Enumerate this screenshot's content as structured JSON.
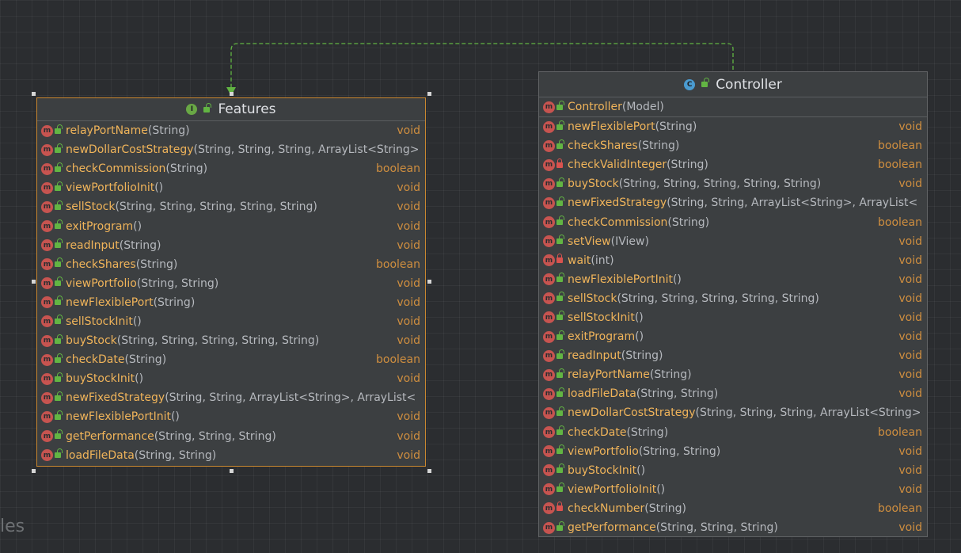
{
  "features": {
    "title": "Features",
    "type_badge": "I",
    "methods": [
      {
        "name": "relayPortName",
        "params": "(String)",
        "returns": "void",
        "visibility": "public"
      },
      {
        "name": "newDollarCostStrategy",
        "params": "(String, String, String, ArrayList<String>",
        "returns": "",
        "visibility": "public"
      },
      {
        "name": "checkCommission",
        "params": "(String)",
        "returns": "boolean",
        "visibility": "public"
      },
      {
        "name": "viewPortfolioInit",
        "params": "()",
        "returns": "void",
        "visibility": "public"
      },
      {
        "name": "sellStock",
        "params": "(String, String, String, String, String)",
        "returns": "void",
        "visibility": "public"
      },
      {
        "name": "exitProgram",
        "params": "()",
        "returns": "void",
        "visibility": "public"
      },
      {
        "name": "readInput",
        "params": "(String)",
        "returns": "void",
        "visibility": "public"
      },
      {
        "name": "checkShares",
        "params": "(String)",
        "returns": "boolean",
        "visibility": "public"
      },
      {
        "name": "viewPortfolio",
        "params": "(String, String)",
        "returns": "void",
        "visibility": "public"
      },
      {
        "name": "newFlexiblePort",
        "params": "(String)",
        "returns": "void",
        "visibility": "public"
      },
      {
        "name": "sellStockInit",
        "params": "()",
        "returns": "void",
        "visibility": "public"
      },
      {
        "name": "buyStock",
        "params": "(String, String, String, String, String)",
        "returns": "void",
        "visibility": "public"
      },
      {
        "name": "checkDate",
        "params": "(String)",
        "returns": "boolean",
        "visibility": "public"
      },
      {
        "name": "buyStockInit",
        "params": "()",
        "returns": "void",
        "visibility": "public"
      },
      {
        "name": "newFixedStrategy",
        "params": "(String, String, ArrayList<String>, ArrayList<",
        "returns": "",
        "visibility": "public"
      },
      {
        "name": "newFlexiblePortInit",
        "params": "()",
        "returns": "void",
        "visibility": "public"
      },
      {
        "name": "getPerformance",
        "params": "(String, String, String)",
        "returns": "void",
        "visibility": "public"
      },
      {
        "name": "loadFileData",
        "params": "(String, String)",
        "returns": "void",
        "visibility": "public"
      }
    ]
  },
  "controller": {
    "title": "Controller",
    "type_badge": "C",
    "constructor": {
      "name": "Controller",
      "params": "(Model)"
    },
    "methods": [
      {
        "name": "newFlexiblePort",
        "params": "(String)",
        "returns": "void",
        "visibility": "public"
      },
      {
        "name": "checkShares",
        "params": "(String)",
        "returns": "boolean",
        "visibility": "public"
      },
      {
        "name": "checkValidInteger",
        "params": "(String)",
        "returns": "boolean",
        "visibility": "private"
      },
      {
        "name": "buyStock",
        "params": "(String, String, String, String, String)",
        "returns": "void",
        "visibility": "public"
      },
      {
        "name": "newFixedStrategy",
        "params": "(String, String, ArrayList<String>, ArrayList<",
        "returns": "",
        "visibility": "public"
      },
      {
        "name": "checkCommission",
        "params": "(String)",
        "returns": "boolean",
        "visibility": "public"
      },
      {
        "name": "setView",
        "params": "(IView)",
        "returns": "void",
        "visibility": "public"
      },
      {
        "name": "wait",
        "params": "(int)",
        "returns": "void",
        "visibility": "private"
      },
      {
        "name": "newFlexiblePortInit",
        "params": "()",
        "returns": "void",
        "visibility": "public"
      },
      {
        "name": "sellStock",
        "params": "(String, String, String, String, String)",
        "returns": "void",
        "visibility": "public"
      },
      {
        "name": "sellStockInit",
        "params": "()",
        "returns": "void",
        "visibility": "public"
      },
      {
        "name": "exitProgram",
        "params": "()",
        "returns": "void",
        "visibility": "public"
      },
      {
        "name": "readInput",
        "params": "(String)",
        "returns": "void",
        "visibility": "public"
      },
      {
        "name": "relayPortName",
        "params": "(String)",
        "returns": "void",
        "visibility": "public"
      },
      {
        "name": "loadFileData",
        "params": "(String, String)",
        "returns": "void",
        "visibility": "public"
      },
      {
        "name": "newDollarCostStrategy",
        "params": "(String, String, String, ArrayList<String>",
        "returns": "",
        "visibility": "public"
      },
      {
        "name": "checkDate",
        "params": "(String)",
        "returns": "boolean",
        "visibility": "public"
      },
      {
        "name": "viewPortfolio",
        "params": "(String, String)",
        "returns": "void",
        "visibility": "public"
      },
      {
        "name": "buyStockInit",
        "params": "()",
        "returns": "void",
        "visibility": "public"
      },
      {
        "name": "viewPortfolioInit",
        "params": "()",
        "returns": "void",
        "visibility": "public"
      },
      {
        "name": "checkNumber",
        "params": "(String)",
        "returns": "boolean",
        "visibility": "private"
      },
      {
        "name": "getPerformance",
        "params": "(String, String, String)",
        "returns": "void",
        "visibility": "public"
      }
    ]
  },
  "relationship": {
    "from": "Controller",
    "to": "Features",
    "kind": "implements"
  },
  "partial_label": "les",
  "colors": {
    "canvas": "#2b2d30",
    "node_bg": "#3c3f41",
    "selected_border": "#c9872f",
    "method_name": "#f0b45a",
    "return_type": "#cf8e3f",
    "edge": "#62b543"
  }
}
